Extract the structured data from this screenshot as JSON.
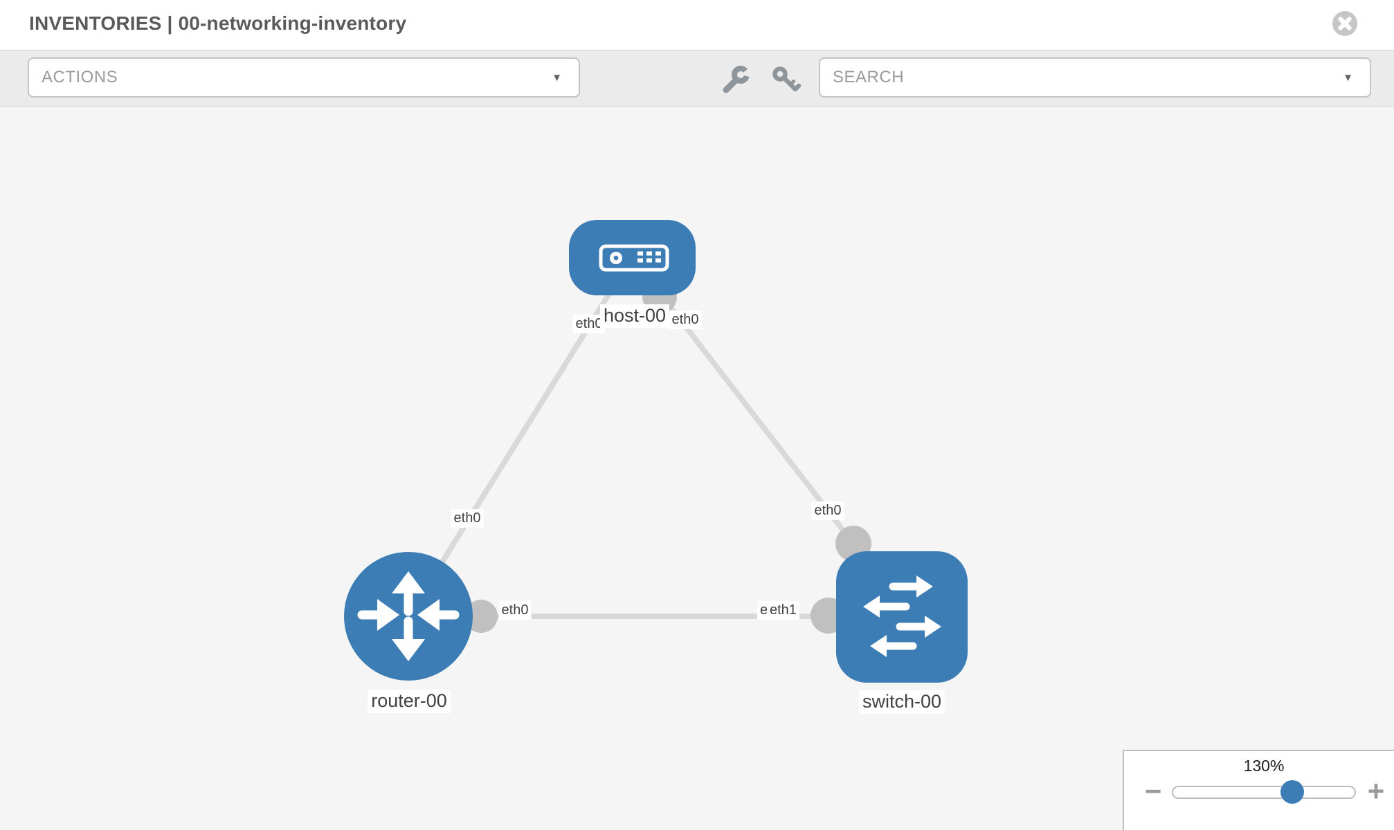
{
  "header": {
    "title": "INVENTORIES | 00-networking-inventory"
  },
  "toolbar": {
    "actions_label": "ACTIONS",
    "search_label": "SEARCH",
    "caret": "▼",
    "icons": {
      "left": "wrench-icon",
      "right": "key-icon"
    }
  },
  "diagram": {
    "nodes": [
      {
        "label": "host-00",
        "type": "host",
        "icon": "server-icon"
      },
      {
        "label": "router-00",
        "type": "router",
        "icon": "router-arrows-icon"
      },
      {
        "label": "switch-00",
        "type": "switch",
        "icon": "switch-arrows-icon"
      }
    ],
    "links": [
      {
        "from": "host-00",
        "to": "router-00",
        "labels": [
          "eth0",
          "eth0"
        ]
      },
      {
        "from": "host-00",
        "to": "switch-00",
        "labels": [
          "eth0",
          "eth0"
        ]
      },
      {
        "from": "router-00",
        "to": "switch-00",
        "labels": [
          "eth0",
          "eth1"
        ]
      }
    ],
    "colors": {
      "node": "#3d7db6",
      "link": "#d9d9d9",
      "port": "#c0c0c0",
      "background": "#f5f5f5"
    }
  },
  "zoom_control": {
    "value": "130%",
    "minus": "−",
    "plus": "+"
  }
}
